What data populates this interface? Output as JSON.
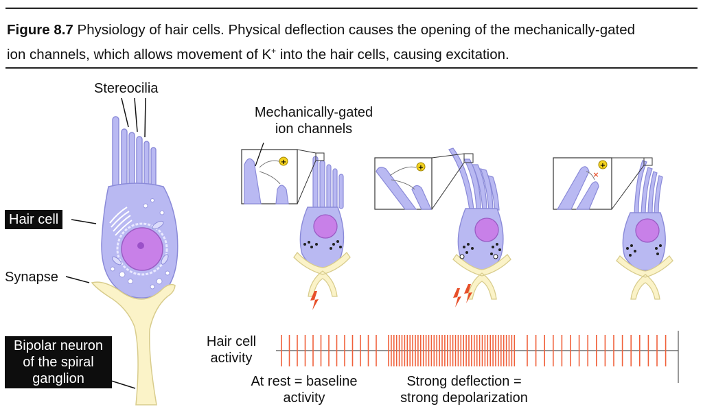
{
  "caption": {
    "figure_label": "Figure 8.7",
    "line1": "Physiology of hair cells. Physical deflection causes the opening of the mechanically-gated",
    "line2_pre": "ion channels, which allows movement of K",
    "line2_sup": "+",
    "line2_post": " into the hair cells, causing excitation."
  },
  "labels": {
    "stereocilia": "Stereocilia",
    "hair_cell": "Hair cell",
    "synapse": "Synapse",
    "bipolar_line1": "Bipolar neuron",
    "bipolar_line2": "of the spiral",
    "bipolar_line3": "ganglion",
    "channels_line1": "Mechanically-gated",
    "channels_line2": "ion channels",
    "activity_line1": "Hair cell",
    "activity_line2": "activity",
    "rest_line1": "At rest = baseline",
    "rest_line2": "activity",
    "strong_line1": "Strong deflection =",
    "strong_line2": "strong depolarization"
  },
  "ion_symbol": "+",
  "closed_symbol": "×",
  "colors": {
    "cell_fill": "#b9b9f2",
    "cell_stroke": "#8a8ad8",
    "nucleus": "#c880e8",
    "neuron_fill": "#fbf3c8",
    "neuron_stroke": "#d8cc8c",
    "spike": "#f0603a",
    "ion": "#f3d21f"
  },
  "activity_spikes": {
    "rest_count": 13,
    "strong_count": 48,
    "after_count": 17
  }
}
